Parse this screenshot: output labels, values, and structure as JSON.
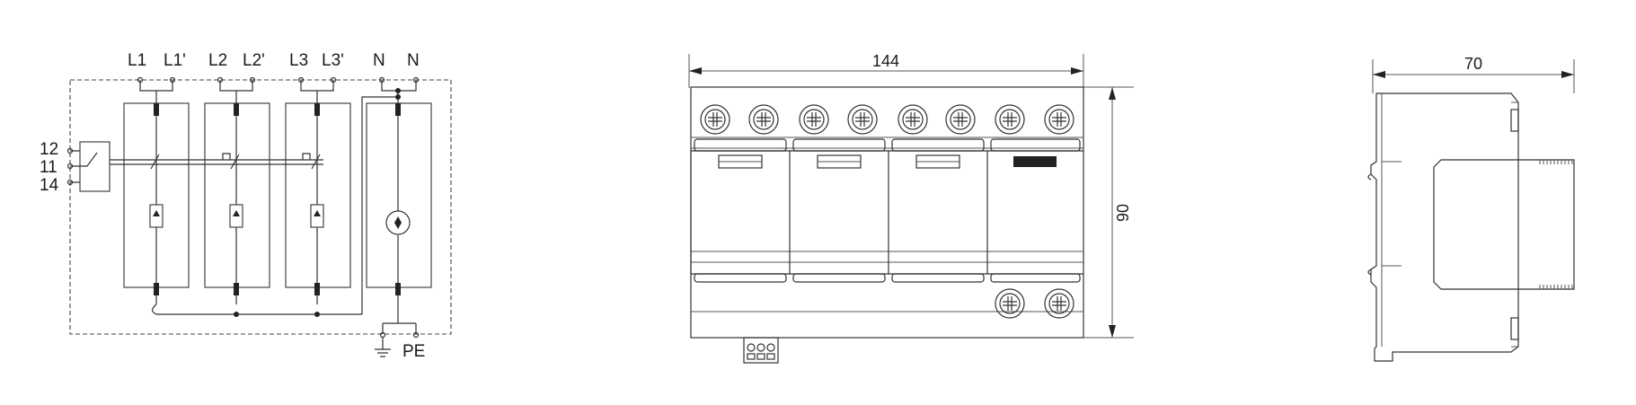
{
  "schematic": {
    "top_terminals": [
      "L1",
      "L1'",
      "L2",
      "L2'",
      "L3",
      "L3'",
      "N",
      "N"
    ],
    "remote_contacts": [
      "12",
      "11",
      "14"
    ],
    "earth_label": "PE"
  },
  "front_view": {
    "width_dim": "144",
    "height_dim": "90"
  },
  "side_view": {
    "depth_dim": "70"
  }
}
